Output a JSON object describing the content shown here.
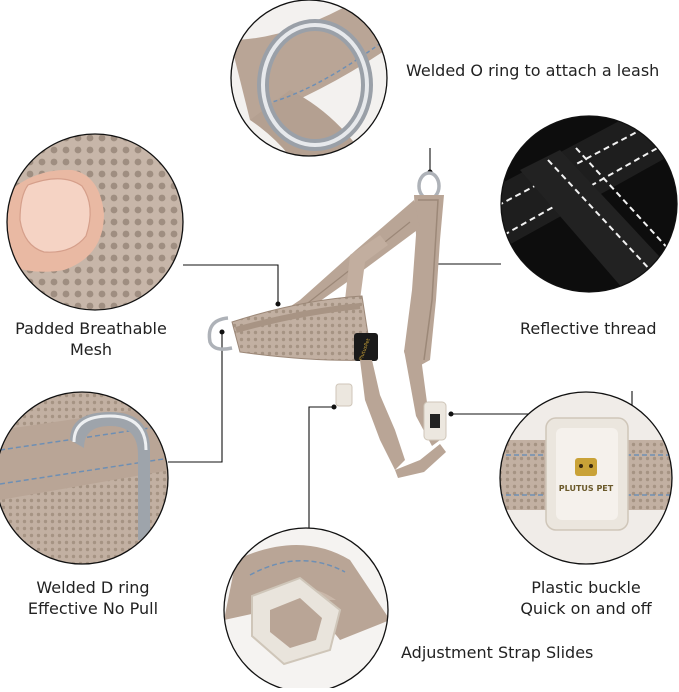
{
  "colors": {
    "strap": "#b9a596",
    "strap_dark": "#9c8878",
    "mesh": "#c7b6a9",
    "mesh_hole": "#9f8e81",
    "thread": "#6e8fb4",
    "metal": "#c9ccd0",
    "reflective_bg": "#111111",
    "reflective_strap": "#1d1d1d",
    "reflective_stitch": "#f2f2f2",
    "buckle": "#e9e4dc",
    "skin": "#e9b9a3",
    "logo_badge": "#c9a237",
    "line": "#111111"
  },
  "callouts": {
    "o_ring": "Welded O ring to attach a leash",
    "mesh_line1": "Padded Breathable",
    "mesh_line2": "Mesh",
    "reflective": "Reflective thread",
    "d_ring_line1": "Welded D ring",
    "d_ring_line2": "Effective No Pull",
    "buckle_line1": "Plastic buckle",
    "buckle_line2": "Quick on and off",
    "slides": "Adjustment Strap Slides"
  },
  "branding": {
    "chest_patch": "PlutusPet",
    "buckle_text": "PLUTUS PET"
  }
}
